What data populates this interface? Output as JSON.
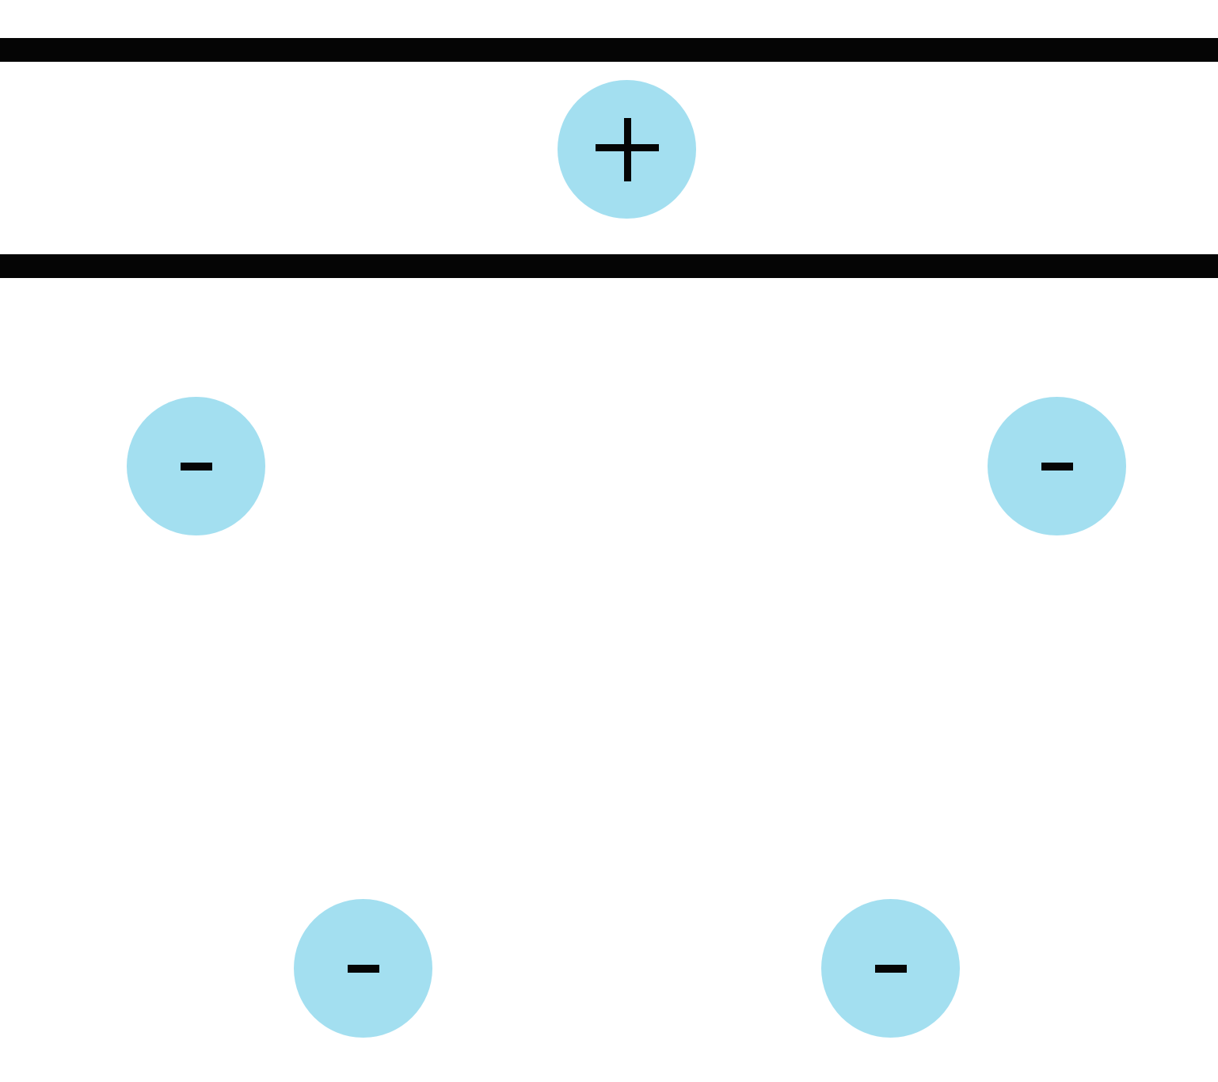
{
  "colors": {
    "background": "#ffffff",
    "plate": "#050505",
    "particle_fill": "#a3dff0",
    "sign": "#050505"
  },
  "plates": [
    {
      "name": "top-plate"
    },
    {
      "name": "bottom-plate"
    }
  ],
  "particles": [
    {
      "name": "positive-charge",
      "sign": "+",
      "icon": "plus-icon"
    },
    {
      "name": "negative-charge-1",
      "sign": "-",
      "icon": "minus-icon"
    },
    {
      "name": "negative-charge-2",
      "sign": "-",
      "icon": "minus-icon"
    },
    {
      "name": "negative-charge-3",
      "sign": "-",
      "icon": "minus-icon"
    },
    {
      "name": "negative-charge-4",
      "sign": "-",
      "icon": "minus-icon"
    }
  ]
}
